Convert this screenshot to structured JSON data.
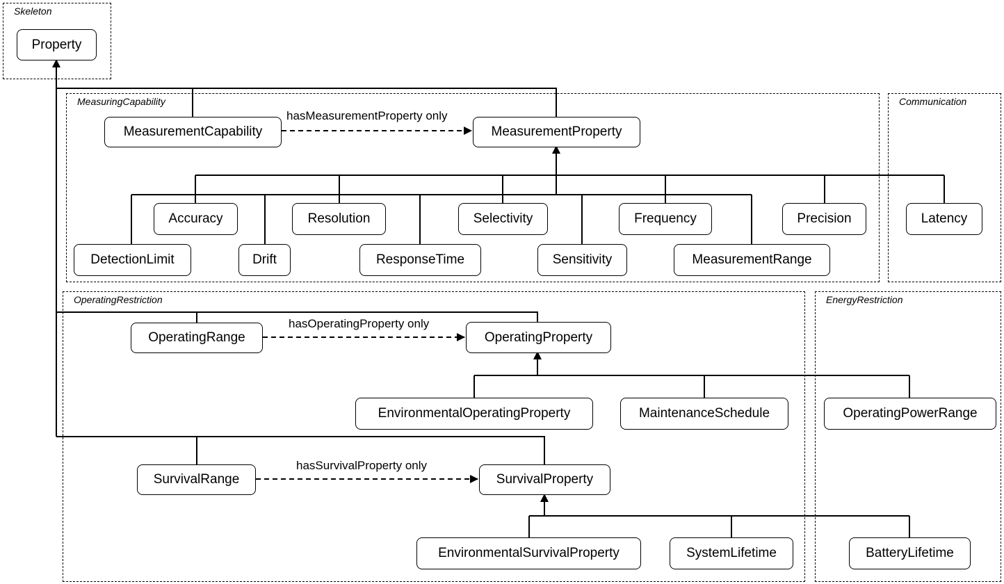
{
  "groups": {
    "skeleton": "Skeleton",
    "measuring_capability": "MeasuringCapability",
    "communication": "Communication",
    "operating_restriction": "OperatingRestriction",
    "energy_restriction": "EnergyRestriction"
  },
  "nodes": {
    "property": "Property",
    "measurement_capability": "MeasurementCapability",
    "measurement_property": "MeasurementProperty",
    "accuracy": "Accuracy",
    "resolution": "Resolution",
    "selectivity": "Selectivity",
    "frequency": "Frequency",
    "precision": "Precision",
    "latency": "Latency",
    "detection_limit": "DetectionLimit",
    "drift": "Drift",
    "response_time": "ResponseTime",
    "sensitivity": "Sensitivity",
    "measurement_range": "MeasurementRange",
    "operating_range": "OperatingRange",
    "operating_property": "OperatingProperty",
    "environmental_operating_property": "EnvironmentalOperatingProperty",
    "maintenance_schedule": "MaintenanceSchedule",
    "operating_power_range": "OperatingPowerRange",
    "survival_range": "SurvivalRange",
    "survival_property": "SurvivalProperty",
    "environmental_survival_property": "EnvironmentalSurvivalProperty",
    "system_lifetime": "SystemLifetime",
    "battery_lifetime": "BatteryLifetime"
  },
  "relations": {
    "has_measurement_property": "hasMeasurementProperty only",
    "has_operating_property": "hasOperatingProperty only",
    "has_survival_property": "hasSurvivalProperty only"
  }
}
